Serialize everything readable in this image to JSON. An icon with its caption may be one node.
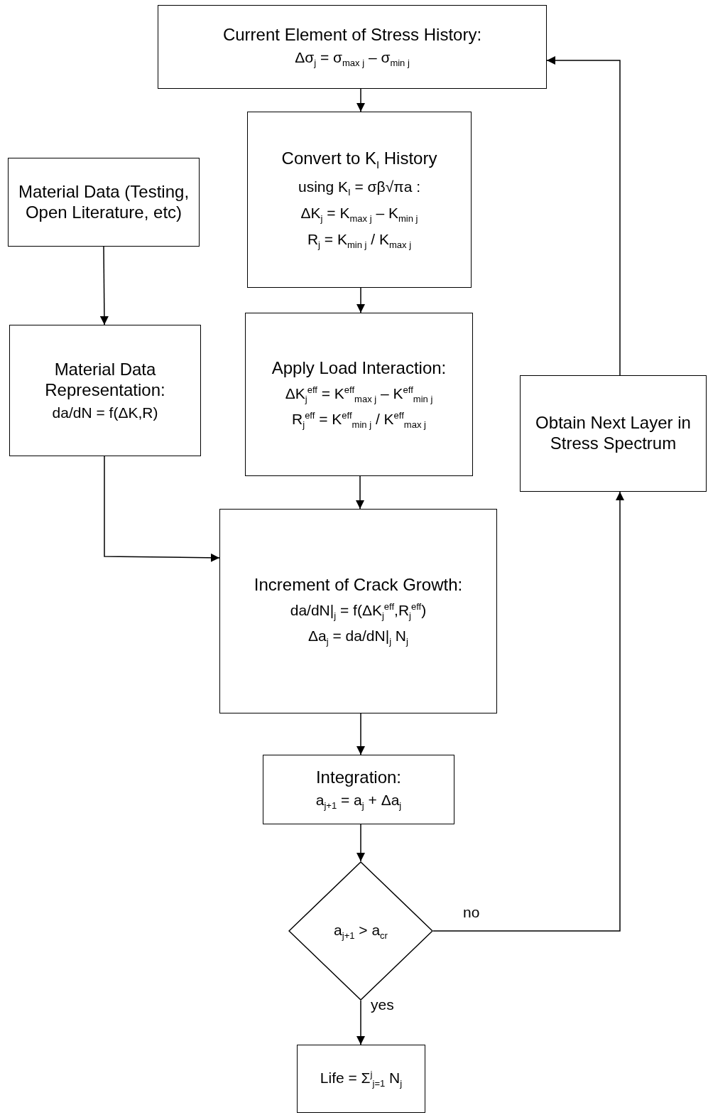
{
  "diagram": {
    "nodes": [
      {
        "text": [
          "Current Element of Stress History:",
          "Δσ$_{j}$ = σ$_{max j}$ – σ$_{min j}$"
        ]
      },
      {
        "text": [
          "Convert to K$_{I}$ History",
          "using K$_{I}$ = σβ√πa :",
          "ΔK$_{j}$ = K$_{max j}$ – K$_{min j}$",
          "R$_{j}$ = K$_{min j}$ / K$_{max j}$"
        ]
      },
      {
        "text": [
          "Material Data (Testing, Open Literature, etc)"
        ]
      },
      {
        "text": [
          "Material Data Representation:",
          "da/dN = f(ΔK,R)"
        ]
      },
      {
        "text": [
          "Apply Load Interaction:",
          "ΔK$_{j}$$^{eff}$ = K$^{eff}$$_{max j}$ – K$^{eff}$$_{min j}$",
          "R$_{j}$$^{eff}$ = K$^{eff}$$_{min j}$ / K$^{eff}$$_{max j}$"
        ]
      },
      {
        "text": [
          "Increment of Crack Growth:",
          "da/dN|$_{j}$ = f(ΔK$_{j}$$^{eff}$,R$_{j}$$^{eff}$)",
          "Δa$_{j}$ = da/dN|$_{j}$ N$_{j}$"
        ]
      },
      {
        "text": [
          "Integration:",
          "a$_{j+1}$ = a$_{j}$ + Δa$_{j}$"
        ]
      },
      {
        "text": [
          "a$_{j+1}$ > a$_{cr}$"
        ]
      },
      {
        "text": [
          "Life = Σ$^{j}$$_{j=1}$ N$_{j}$"
        ]
      },
      {
        "text": [
          "Obtain Next Layer in Stress Spectrum"
        ]
      }
    ],
    "edges": [
      {
        "from": 0,
        "to": 1,
        "arrow": "to"
      },
      {
        "from": 1,
        "to": 4,
        "arrow": "to"
      },
      {
        "from": 2,
        "to": 3,
        "arrow": "to"
      },
      {
        "from": 3,
        "to": 5,
        "arrow": "to"
      },
      {
        "from": 4,
        "to": 5,
        "arrow": "to"
      },
      {
        "from": 5,
        "to": 6,
        "arrow": "to"
      },
      {
        "from": 6,
        "to": 7,
        "arrow": "to"
      },
      {
        "from": 7,
        "to": 8,
        "arrow": "to",
        "label": "yes"
      },
      {
        "from": 7,
        "to": 9,
        "arrow": "to",
        "label": "no"
      },
      {
        "from": 9,
        "to": 0,
        "arrow": "to"
      }
    ]
  }
}
